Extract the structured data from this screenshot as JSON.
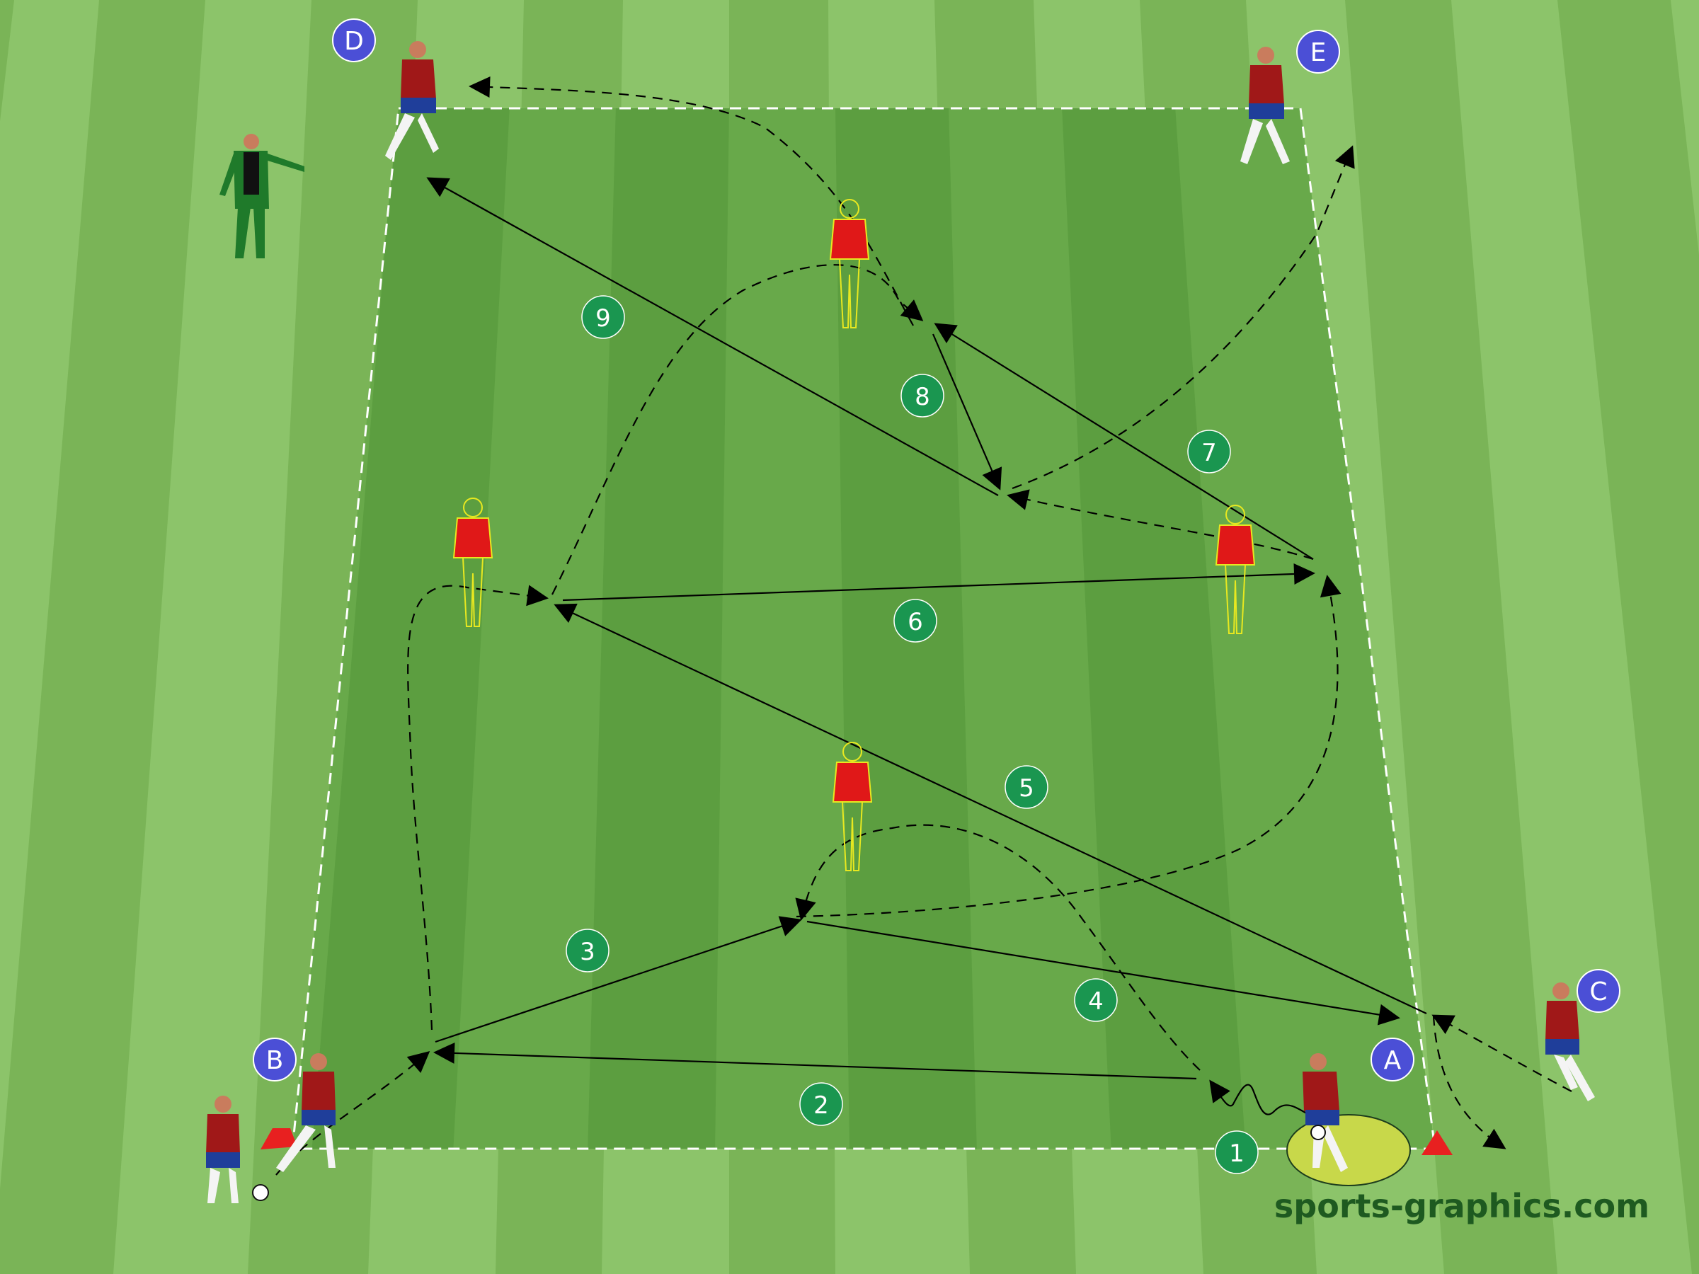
{
  "player_labels": {
    "a": "A",
    "b": "B",
    "c": "C",
    "d": "D",
    "e": "E"
  },
  "step_numbers": {
    "s1": "1",
    "s2": "2",
    "s3": "3",
    "s4": "4",
    "s5": "5",
    "s6": "6",
    "s7": "7",
    "s8": "8",
    "s9": "9"
  },
  "watermark": "sports-graphics.com",
  "colors": {
    "grass_light": "#8cc46a",
    "grass_dark": "#7ab457",
    "field_light": "#6aab4c",
    "field_dark": "#5e9f42",
    "step_badge": "#1a9650",
    "player_badge": "#4b4fd6",
    "mannequin_body": "#e01818",
    "mannequin_outline": "#e8e820",
    "jersey": "#a01818",
    "shorts": "#1f3e9a",
    "coach": "#1f7a2a",
    "cone": "#e82020",
    "start_zone": "#c8d84a",
    "watermark": "#1e5a20"
  }
}
